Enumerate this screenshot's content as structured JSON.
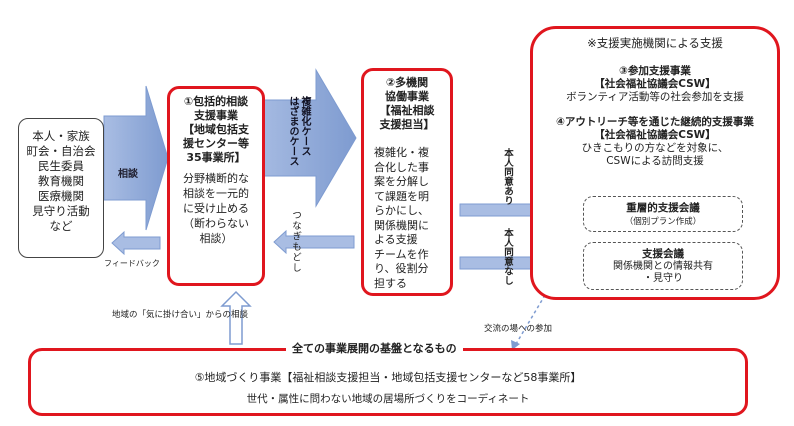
{
  "individual": {
    "lines": [
      "本人・家族",
      "町会・自治会",
      "民生委員",
      "教育機関",
      "医療機関",
      "見守り活動",
      "など"
    ]
  },
  "arrows": {
    "consult": "相談",
    "feedback": "フィードバック",
    "difficult_case": "複雑化ケース\nはざまのケース",
    "connect_back": "つなぎもどし",
    "consent_yes": "本人同意あり",
    "consent_no": "本人同意なし",
    "community_consult": "地域の「気に掛け合い」からの相談",
    "exchange_participation": "交流の場への参加"
  },
  "box1": {
    "title_lines": [
      "①包括的相談",
      "支援事業",
      "【地域包括支",
      "援センター等",
      "35事業所】"
    ],
    "body_lines": [
      "分野横断的な",
      "相談を一元的",
      "に受け止める",
      "（断わらない",
      "相談）"
    ]
  },
  "box2": {
    "title_lines": [
      "②多機関",
      "協働事業",
      "【福祉相談",
      "支援担当】"
    ],
    "body_lines": [
      "複雑化・複",
      "合化した事",
      "案を分解し",
      "て課題を明",
      "らかにし、",
      "関係機関に",
      "よる支援",
      "チームを作",
      "り、役割分",
      "担する"
    ]
  },
  "support": {
    "header": "※支援実施機関による支援",
    "item3_title": "③参加支援事業",
    "item3_org": "【社会福祉協議会CSW】",
    "item3_desc": "ボランティア活動等の社会参加を支援",
    "item4_title": "④アウトリーチ等を通じた継続的支援事業",
    "item4_org": "【社会福祉協議会CSW】",
    "item4_desc1": "ひきこもりの方などを対象に、",
    "item4_desc2": "CSWによる訪問支援",
    "meeting1_title": "重層的支援会議",
    "meeting1_sub": "（個別プラン作成）",
    "meeting2_title": "支援会議",
    "meeting2_desc1": "関係機関との情報共有",
    "meeting2_desc2": "・見守り"
  },
  "foundation": {
    "label": "全ての事業展開の基盤となるもの",
    "title": "⑤地域づくり事業【福祉相談支援担当・地域包括支援センターなど58事業所】",
    "desc": "世代・属性に問わない地域の居場所づくりをコーディネート"
  },
  "colors": {
    "red": "#e0161e",
    "arrow_blue": "#8ea9d8",
    "arrow_blue_dark": "#6f8fc6"
  }
}
